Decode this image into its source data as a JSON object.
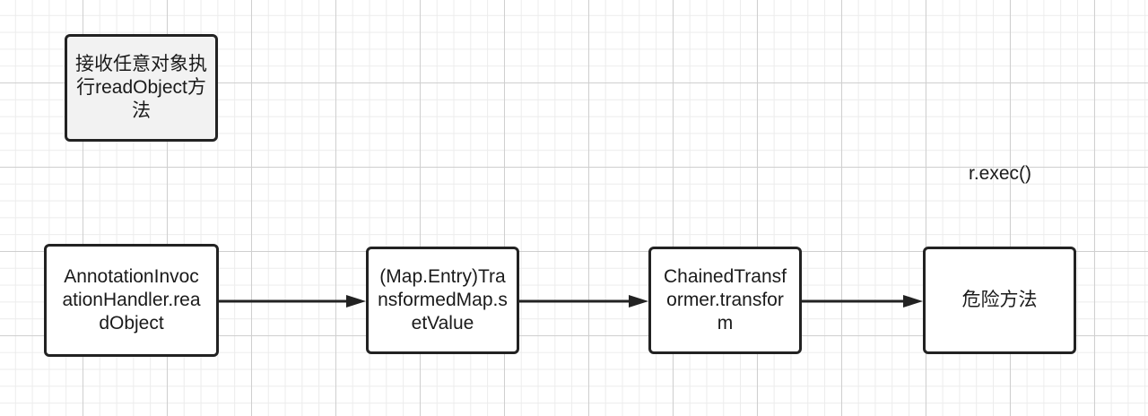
{
  "note": {
    "text": "接收任意对象执行readObject方法"
  },
  "nodes": [
    {
      "label": "AnnotationInvocationHandler.readObject"
    },
    {
      "label": "(Map.Entry)TransformedMap.setValue"
    },
    {
      "label": "ChainedTransformer.transform"
    },
    {
      "label": "危险方法"
    }
  ],
  "edge_label": "r.exec()"
}
